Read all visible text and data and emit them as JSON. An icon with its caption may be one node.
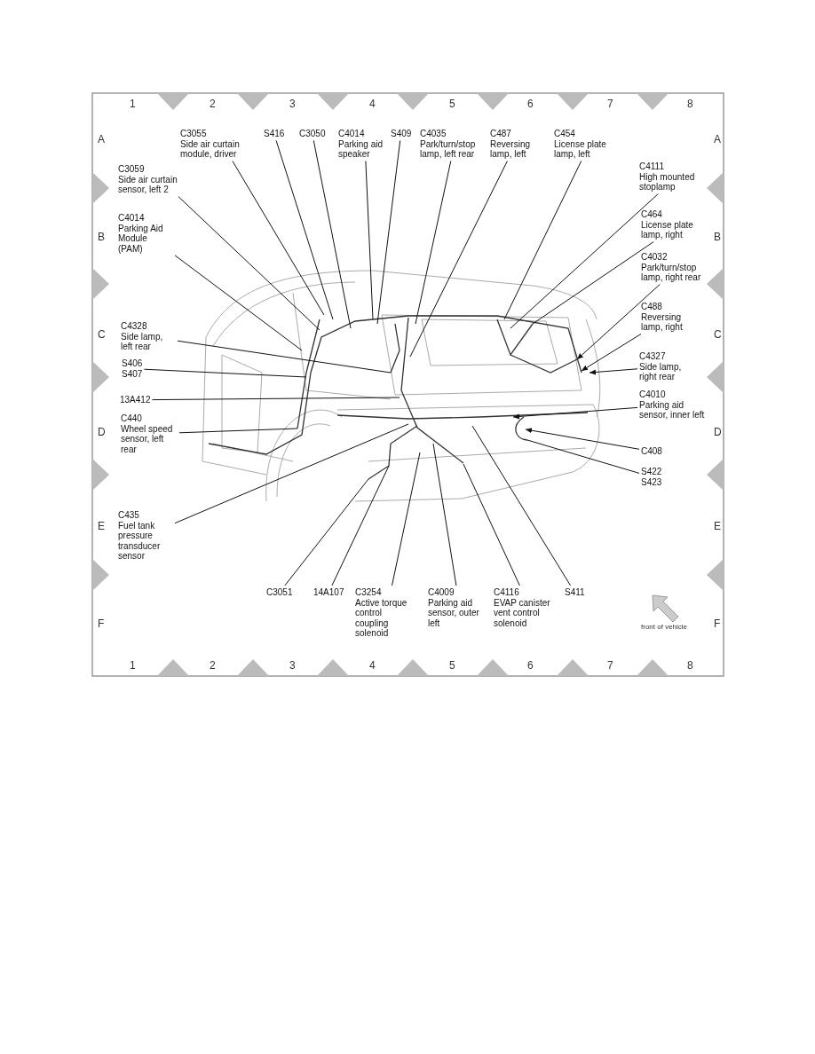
{
  "diagram": {
    "nodes": [
      {
        "text": [
          "C3055",
          "Side air curtain module, driver"
        ]
      },
      {
        "text": [
          "S416"
        ]
      },
      {
        "text": [
          "C3050"
        ]
      },
      {
        "text": [
          "C4014",
          "Parking aid speaker"
        ]
      },
      {
        "text": [
          "S409"
        ]
      },
      {
        "text": [
          "C4035",
          "Park/turn/stop lamp, left rear"
        ]
      },
      {
        "text": [
          "C487",
          "Reversing lamp, left"
        ]
      },
      {
        "text": [
          "C454",
          "License plate lamp, left"
        ]
      },
      {
        "text": [
          "C4111",
          "High mounted stoplamp"
        ]
      },
      {
        "text": [
          "C3059",
          "Side air curtain sensor, left 2"
        ]
      },
      {
        "text": [
          "C4014",
          "Parking Aid Module (PAM)"
        ]
      },
      {
        "text": [
          "C464",
          "License plate lamp, right"
        ]
      },
      {
        "text": [
          "C4032",
          "Park/turn/stop lamp, right rear"
        ]
      },
      {
        "text": [
          "C4328",
          "Side lamp, left rear"
        ]
      },
      {
        "text": [
          "C488",
          "Reversing lamp, right"
        ]
      },
      {
        "text": [
          "S406",
          "S407"
        ]
      },
      {
        "text": [
          "C4327",
          "Side lamp, right rear"
        ]
      },
      {
        "text": [
          "13A412"
        ]
      },
      {
        "text": [
          "C4010",
          "Parking aid sensor, inner left"
        ]
      },
      {
        "text": [
          "C440",
          "Wheel speed sensor, left rear"
        ]
      },
      {
        "text": [
          "C408"
        ]
      },
      {
        "text": [
          "S422",
          "S423"
        ]
      },
      {
        "text": [
          "C435",
          "Fuel tank pressure transducer sensor"
        ]
      },
      {
        "text": [
          "C3051"
        ]
      },
      {
        "text": [
          "14A107"
        ]
      },
      {
        "text": [
          "C3254",
          "Active torque control coupling solenoid"
        ]
      },
      {
        "text": [
          "C4009",
          "Parking aid sensor, outer left"
        ]
      },
      {
        "text": [
          "C4116",
          "EVAP canister vent control solenoid"
        ]
      },
      {
        "text": [
          "S411"
        ]
      }
    ],
    "edges": [
      {
        "from": 0,
        "to": null,
        "arrow": "none"
      },
      {
        "from": 1,
        "to": null,
        "arrow": "none"
      },
      {
        "from": 2,
        "to": null,
        "arrow": "none"
      },
      {
        "from": 3,
        "to": null,
        "arrow": "none"
      },
      {
        "from": 4,
        "to": null,
        "arrow": "none"
      },
      {
        "from": 5,
        "to": null,
        "arrow": "none"
      },
      {
        "from": 6,
        "to": null,
        "arrow": "none"
      },
      {
        "from": 7,
        "to": null,
        "arrow": "none"
      },
      {
        "from": 8,
        "to": null,
        "arrow": "none"
      },
      {
        "from": 9,
        "to": null,
        "arrow": "none"
      },
      {
        "from": 10,
        "to": null,
        "arrow": "none"
      },
      {
        "from": 11,
        "to": null,
        "arrow": "none"
      },
      {
        "from": 12,
        "to": null,
        "arrow": "to"
      },
      {
        "from": 13,
        "to": null,
        "arrow": "none"
      },
      {
        "from": 14,
        "to": null,
        "arrow": "to"
      },
      {
        "from": 15,
        "to": null,
        "arrow": "none"
      },
      {
        "from": 16,
        "to": null,
        "arrow": "to"
      },
      {
        "from": 17,
        "to": null,
        "arrow": "none"
      },
      {
        "from": 18,
        "to": null,
        "arrow": "to"
      },
      {
        "from": 19,
        "to": null,
        "arrow": "none"
      },
      {
        "from": 20,
        "to": null,
        "arrow": "to"
      },
      {
        "from": 21,
        "to": null,
        "arrow": "none"
      },
      {
        "from": 22,
        "to": null,
        "arrow": "none"
      },
      {
        "from": 23,
        "to": null,
        "arrow": "none"
      },
      {
        "from": 24,
        "to": null,
        "arrow": "none"
      },
      {
        "from": 25,
        "to": null,
        "arrow": "none"
      },
      {
        "from": 26,
        "to": null,
        "arrow": "none"
      },
      {
        "from": 27,
        "to": null,
        "arrow": "none"
      },
      {
        "from": 28,
        "to": null,
        "arrow": "none"
      }
    ],
    "labels": [
      "1",
      "2",
      "3",
      "4",
      "5",
      "6",
      "7",
      "8",
      "A",
      "A",
      "B",
      "B",
      "C",
      "C",
      "D",
      "D",
      "E",
      "E",
      "F",
      "front of vehicle",
      "F",
      "1",
      "2",
      "3",
      "4",
      "5",
      "6",
      "7",
      "8"
    ]
  }
}
